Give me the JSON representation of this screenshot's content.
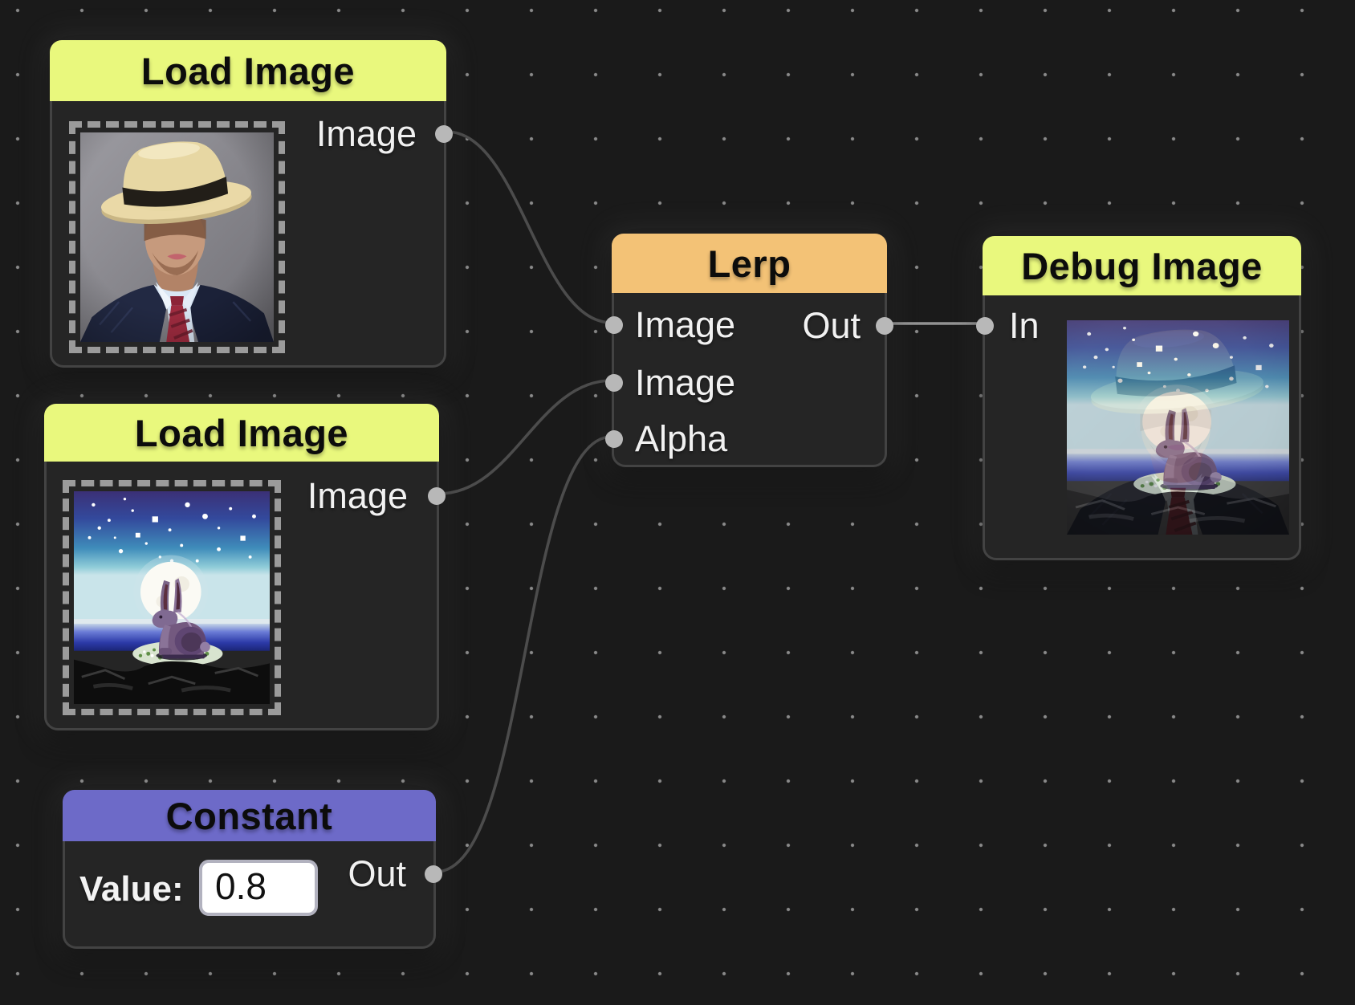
{
  "canvas": {
    "background": "#1a1a1a",
    "dot_color": "#8a8a8a",
    "wire_color": "#4c4c4c",
    "wire_color_light": "#929292",
    "port_color": "#b8b8b8"
  },
  "nodes": {
    "load_image_top": {
      "title": "Load Image",
      "header_color": "#e9f87d",
      "thumbnail": "portrait-photo-man-wearing-cream-hat-and-suit",
      "outputs": [
        {
          "label": "Image"
        }
      ]
    },
    "load_image_bottom": {
      "title": "Load Image",
      "header_color": "#e9f87d",
      "thumbnail": "illustration-rabbit-sitting-before-full-moon-night-sky",
      "outputs": [
        {
          "label": "Image"
        }
      ]
    },
    "constant": {
      "title": "Constant",
      "header_color": "#6d6ac8",
      "value_label": "Value:",
      "value": "0.8",
      "outputs": [
        {
          "label": "Out"
        }
      ]
    },
    "lerp": {
      "title": "Lerp",
      "header_color": "#f3c276",
      "inputs": [
        {
          "label": "Image"
        },
        {
          "label": "Image"
        },
        {
          "label": "Alpha"
        }
      ],
      "outputs": [
        {
          "label": "Out"
        }
      ]
    },
    "debug_image": {
      "title": "Debug Image",
      "header_color": "#e9f87d",
      "thumbnail": "blended-result-rabbit-moon-scene-with-faint-man-in-hat",
      "inputs": [
        {
          "label": "In"
        }
      ]
    }
  },
  "connections": [
    {
      "from": "Load Image (top) / Image",
      "to": "Lerp / Image 1"
    },
    {
      "from": "Load Image (bottom) / Image",
      "to": "Lerp / Image 2"
    },
    {
      "from": "Constant / Out",
      "to": "Lerp / Alpha"
    },
    {
      "from": "Lerp / Out",
      "to": "Debug Image / In"
    }
  ]
}
